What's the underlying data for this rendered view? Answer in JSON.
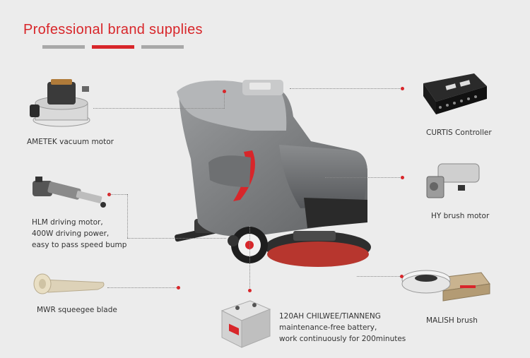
{
  "title": "Professional brand supplies",
  "colors": {
    "accent": "#d8262a",
    "divider_grey": "#a8a8a8",
    "background": "#ececec",
    "machine_grey": "#7d7f80"
  },
  "components": {
    "vacuum_motor": {
      "label": "AMETEK vacuum motor"
    },
    "controller": {
      "label": "CURTIS Controller"
    },
    "driving_motor": {
      "lines": [
        "HLM driving motor,",
        "400W driving power,",
        "easy to pass speed bump"
      ]
    },
    "brush_motor": {
      "label": "HY brush motor"
    },
    "squeegee_blade": {
      "label": "MWR squeegee blade"
    },
    "battery": {
      "lines": [
        "120AH CHILWEE/TIANNENG",
        "maintenance-free battery,",
        "work continuously for 200minutes"
      ]
    },
    "brush": {
      "label": "MALISH brush"
    }
  },
  "icons": {
    "vacuum_motor": "vacuum-motor-icon",
    "controller": "controller-icon",
    "driving_motor": "driving-motor-icon",
    "brush_motor": "brush-motor-icon",
    "squeegee_blade": "squeegee-blade-icon",
    "battery": "battery-icon",
    "brush": "brush-icon",
    "machine": "floor-scrubber-icon"
  }
}
